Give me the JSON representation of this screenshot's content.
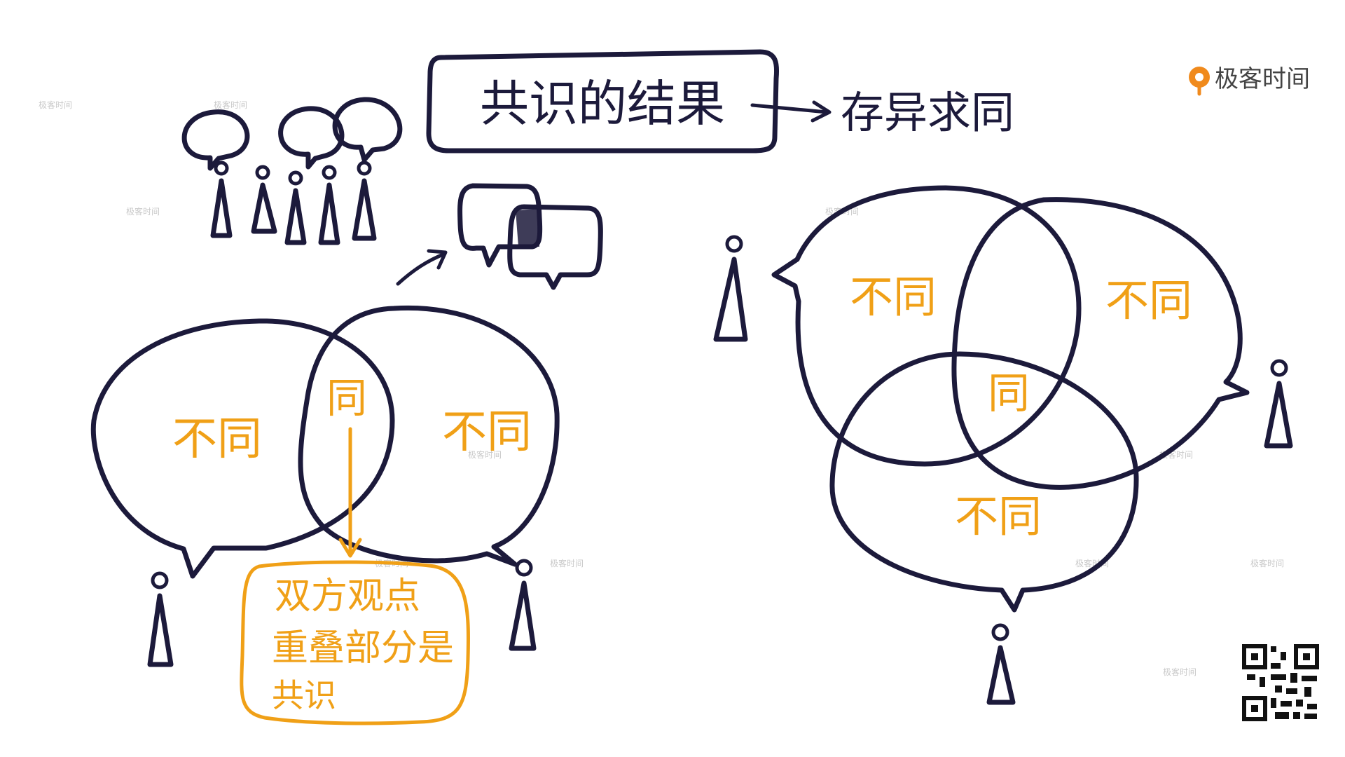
{
  "header": {
    "title": "共识的结果",
    "result": "存异求同"
  },
  "brand": {
    "name": "极客时间",
    "watermark": "极客时间",
    "accent": "#f0a017",
    "ink": "#1c1a3b"
  },
  "two_party": {
    "left_label": "不同",
    "right_label": "不同",
    "overlap_label": "同",
    "consensus_lines": [
      "双方观点",
      "重叠部分是",
      "共识"
    ]
  },
  "three_party": {
    "top_left_label": "不同",
    "top_right_label": "不同",
    "bottom_label": "不同",
    "center_label": "同"
  },
  "icons": {
    "qr": "qr-code-icon",
    "logo": "geektime-logo-icon",
    "person": "person-icon"
  }
}
